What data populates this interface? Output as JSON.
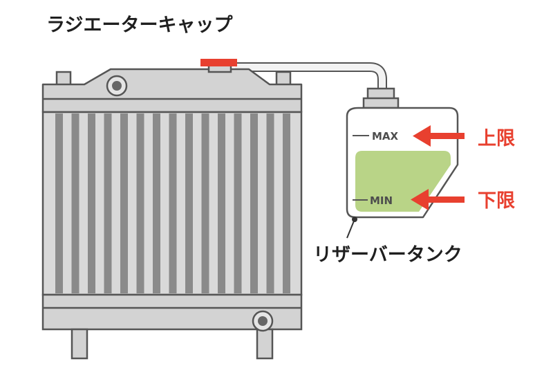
{
  "labels": {
    "radiator_cap": "ラジエーターキャップ",
    "reservoir_tank": "リザーバータンク",
    "upper_limit": "上限",
    "lower_limit": "下限",
    "max_mark": "MAX",
    "min_mark": "MIN"
  },
  "colors": {
    "cap_red": "#e8402f",
    "coolant_green": "#b9d487",
    "frame_gray": "#d3d3d3",
    "fin_gray": "#8a8a8a",
    "outline": "#555555"
  },
  "icons": {
    "limit_arrow": "left-pointing-red-arrow"
  }
}
